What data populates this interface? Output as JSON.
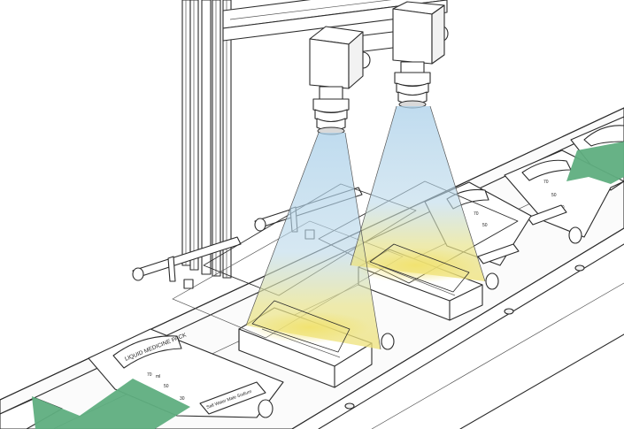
{
  "pack_label": "LIQUID MEDICINE PACK",
  "bag_text": "Salt Water Male Sodium",
  "level_marks": [
    "70",
    "50",
    "30"
  ],
  "level_unit": "ml",
  "colors": {
    "light_beam": "#a9cfe9",
    "inspection_zone": "#efe27a",
    "flow_arrow": "#5fae7f",
    "line": "#2b2b2b"
  },
  "icons": {
    "flow_arrow": "direction-arrow"
  }
}
